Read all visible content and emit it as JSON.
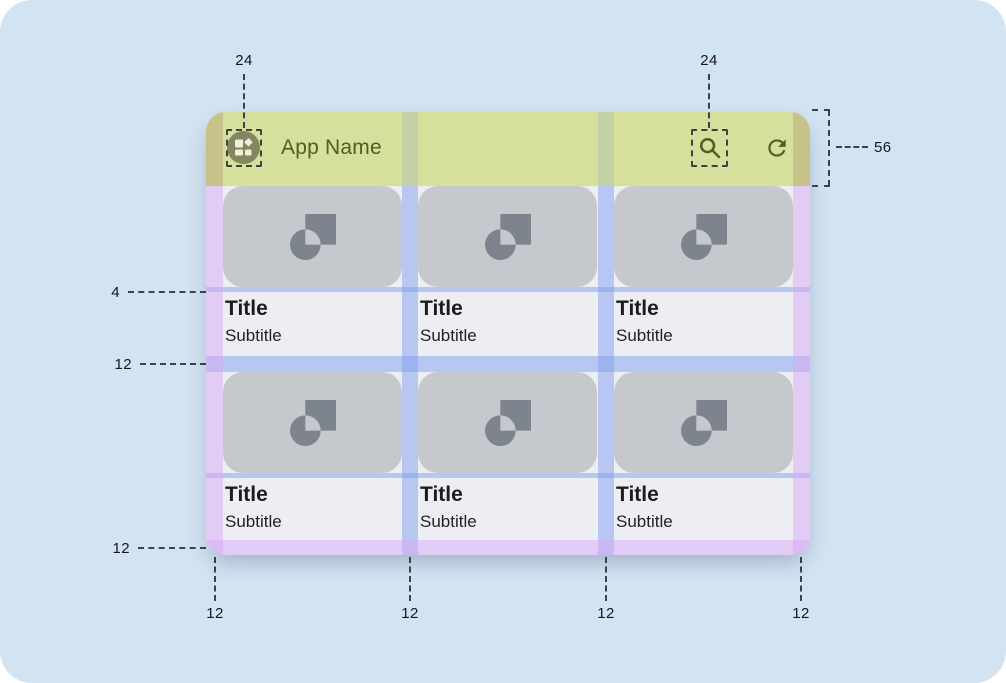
{
  "app": {
    "title": "App Name",
    "appbar": {
      "leading_icon": "dashboard-icon",
      "search_icon": "search-icon",
      "refresh_icon": "refresh-icon"
    },
    "cards": [
      {
        "title": "Title",
        "subtitle": "Subtitle",
        "image_icon": "image-placeholder-icon"
      },
      {
        "title": "Title",
        "subtitle": "Subtitle",
        "image_icon": "image-placeholder-icon"
      },
      {
        "title": "Title",
        "subtitle": "Subtitle",
        "image_icon": "image-placeholder-icon"
      },
      {
        "title": "Title",
        "subtitle": "Subtitle",
        "image_icon": "image-placeholder-icon"
      },
      {
        "title": "Title",
        "subtitle": "Subtitle",
        "image_icon": "image-placeholder-icon"
      },
      {
        "title": "Title",
        "subtitle": "Subtitle",
        "image_icon": "image-placeholder-icon"
      }
    ]
  },
  "annotations": {
    "appbar_leading_icon_size": "24",
    "appbar_search_icon_size": "24",
    "appbar_height": "56",
    "image_to_text_gap": "4",
    "row_gutter": "12",
    "bottom_margin": "12",
    "left_margin": "12",
    "column_gutter_1": "12",
    "column_gutter_2": "12",
    "right_margin": "12"
  },
  "colors": {
    "background": "#d2e3f1",
    "surface": "#eceef4",
    "appbar_overlay": "#d6e09c",
    "gutter_overlay_blue": "#88a0ee",
    "margin_overlay_purple": "#d8a8f5",
    "card_image": "#c5c8cd",
    "accent_text": "#4e5e25",
    "annotation_line": "#3f4245"
  }
}
